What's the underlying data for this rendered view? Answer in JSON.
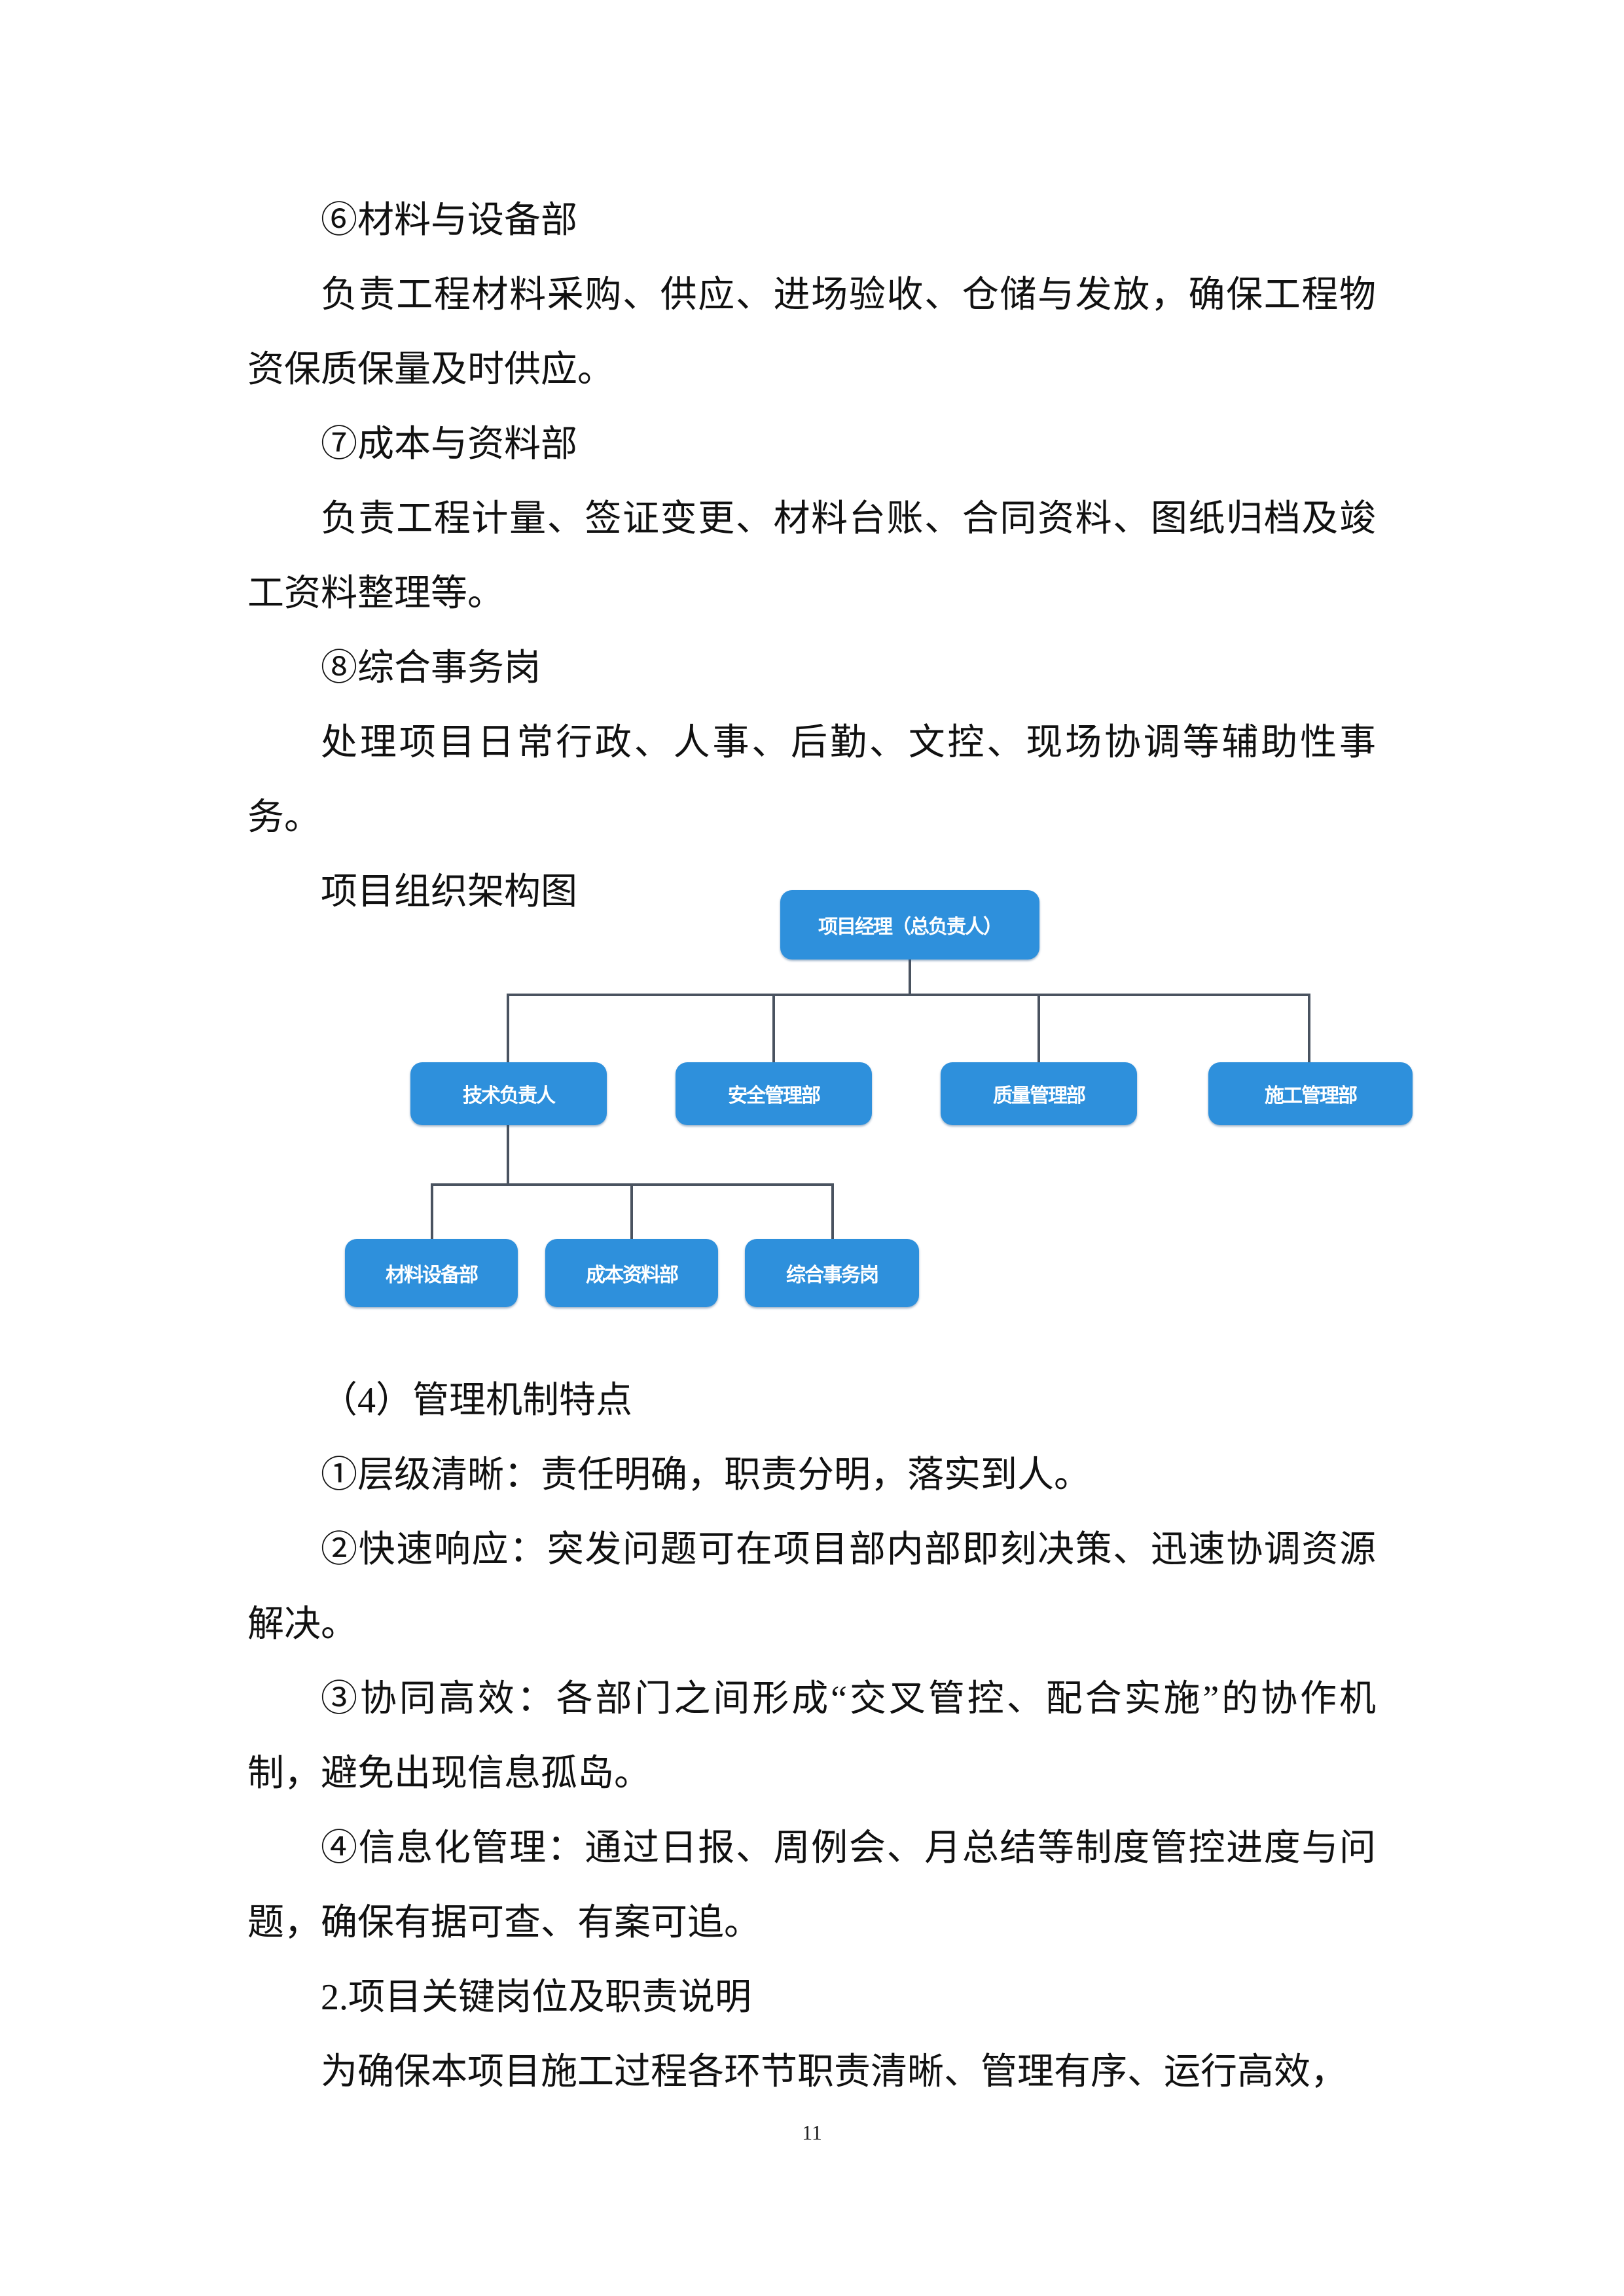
{
  "document": {
    "top_paragraphs": [
      {
        "text": "⑥材料与设备部",
        "indent": true
      },
      {
        "text": "负责工程材料采购、供应、进场验收、仓储与发放，确保工程物资保质保量及时供应。",
        "indent": true
      },
      {
        "text": "⑦成本与资料部",
        "indent": true
      },
      {
        "text": "负责工程计量、签证变更、材料台账、合同资料、图纸归档及竣工资料整理等。",
        "indent": true
      },
      {
        "text": "⑧综合事务岗",
        "indent": true
      },
      {
        "text": "处理项目日常行政、人事、后勤、文控、现场协调等辅助性事务。",
        "indent": true
      },
      {
        "text": "项目组织架构图",
        "indent": true
      }
    ],
    "org_chart": {
      "root": "项目经理（总负责人）",
      "level2": [
        "技术负责人",
        "安全管理部",
        "质量管理部",
        "施工管理部"
      ],
      "level3_parent": "技术负责人",
      "level3": [
        "材料设备部",
        "成本资料部",
        "综合事务岗"
      ],
      "colors": {
        "box": "#2e90dc",
        "box_text": "#ffffff",
        "connector": "#4a5360"
      }
    },
    "bottom_paragraphs": [
      {
        "text": "（4）管理机制特点",
        "indent": true
      },
      {
        "text": "①层级清晰：责任明确，职责分明，落实到人。",
        "indent": true
      },
      {
        "text": "②快速响应：突发问题可在项目部内部即刻决策、迅速协调资源解决。",
        "indent": true
      },
      {
        "text": "③协同高效：各部门之间形成“交叉管控、配合实施”的协作机制，避免出现信息孤岛。",
        "indent": true
      },
      {
        "text": "④信息化管理：通过日报、周例会、月总结等制度管控进度与问题，确保有据可查、有案可追。",
        "indent": true
      },
      {
        "text": "2.项目关键岗位及职责说明",
        "indent": true
      },
      {
        "text": "为确保本项目施工过程各环节职责清晰、管理有序、运行高效，",
        "indent": true
      }
    ],
    "page_number": "11"
  }
}
